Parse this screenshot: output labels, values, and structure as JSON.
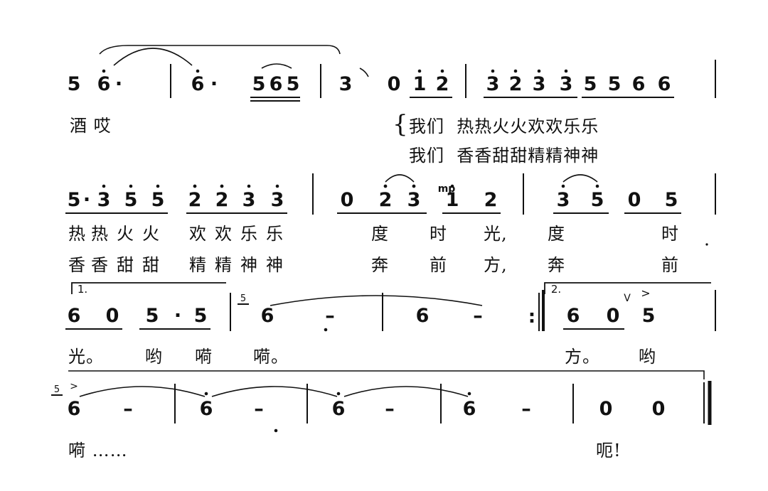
{
  "score": {
    "rows": [
      {
        "notes": [
          "5",
          "6",
          "·",
          "6",
          "·",
          "5",
          "6",
          "5",
          "3",
          "0",
          "1",
          "2",
          "3",
          "2",
          "3",
          "3",
          "5",
          "5",
          "6",
          "6"
        ]
      },
      {
        "notes": [
          "5",
          "·",
          "3",
          "5",
          "5",
          "2",
          "2",
          "3",
          "3",
          "0",
          "2",
          "3",
          "1",
          "2",
          "3",
          "5",
          "0",
          "5"
        ],
        "mark": "mp"
      },
      {
        "notes": [
          "6",
          "0",
          "5",
          "·",
          "5",
          "6",
          "–",
          "6",
          "–",
          "6",
          "0",
          "5"
        ],
        "ending1": "1.",
        "ending2": "2.",
        "grace": "5",
        "repeat": ":",
        "breath": "V",
        "accent": ">"
      },
      {
        "notes": [
          "6",
          "–",
          "6",
          "–",
          "6",
          "–",
          "6",
          "–",
          "0",
          "0"
        ],
        "grace": "5",
        "accent": ">"
      }
    ]
  },
  "lyrics": {
    "row1": {
      "a": "酒 哎",
      "b": "我们  热热火火欢欢乐乐",
      "c": "我们  香香甜甜精精神神",
      "brace": "{"
    },
    "row2": {
      "a": [
        "热",
        "热",
        "火",
        "火",
        "欢",
        "欢",
        "乐",
        "乐"
      ],
      "b": [
        "香",
        "香",
        "甜",
        "甜",
        "精",
        "精",
        "神",
        "神"
      ],
      "a2": [
        "度",
        "时",
        "光,",
        "度",
        "时"
      ],
      "b2": [
        "奔",
        "前",
        "方,",
        "奔",
        "前"
      ]
    },
    "row3": {
      "words": [
        "光。",
        "哟",
        "嗬",
        "嗬。",
        "方。",
        "哟"
      ]
    },
    "row4": {
      "a": "嗬 ……",
      "b": "呃!"
    }
  }
}
